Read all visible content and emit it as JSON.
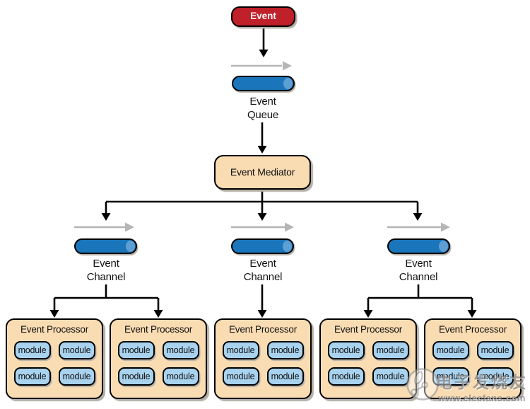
{
  "colors": {
    "event-red": "#C0202A",
    "cylinder-blue": "#1B75BB",
    "cylinder-cap": "#5D9FD3",
    "box-tan": "#FADCB3",
    "module-blue": "#A8D2EE",
    "arrow-gray": "#B5B5B5",
    "ink": "#000000",
    "shadow": "#B3AFA7"
  },
  "flow": {
    "event_label": "Event",
    "queue_label": "Event\nQueue",
    "mediator_label": "Event Mediator"
  },
  "channels": [
    {
      "label": "Event\nChannel"
    },
    {
      "label": "Event\nChannel"
    },
    {
      "label": "Event\nChannel"
    }
  ],
  "processors": [
    {
      "title": "Event Processor",
      "modules": [
        "module",
        "module",
        "module",
        "module"
      ]
    },
    {
      "title": "Event Processor",
      "modules": [
        "module",
        "module",
        "module",
        "module"
      ]
    },
    {
      "title": "Event Processor",
      "modules": [
        "module",
        "module",
        "module",
        "module"
      ]
    },
    {
      "title": "Event Processor",
      "modules": [
        "module",
        "module",
        "module",
        "module"
      ]
    },
    {
      "title": "Event Processor",
      "modules": [
        "module",
        "module",
        "module",
        "module"
      ]
    }
  ],
  "watermark": {
    "brand": "电子发烧友",
    "site": "www.elecfans.com"
  }
}
